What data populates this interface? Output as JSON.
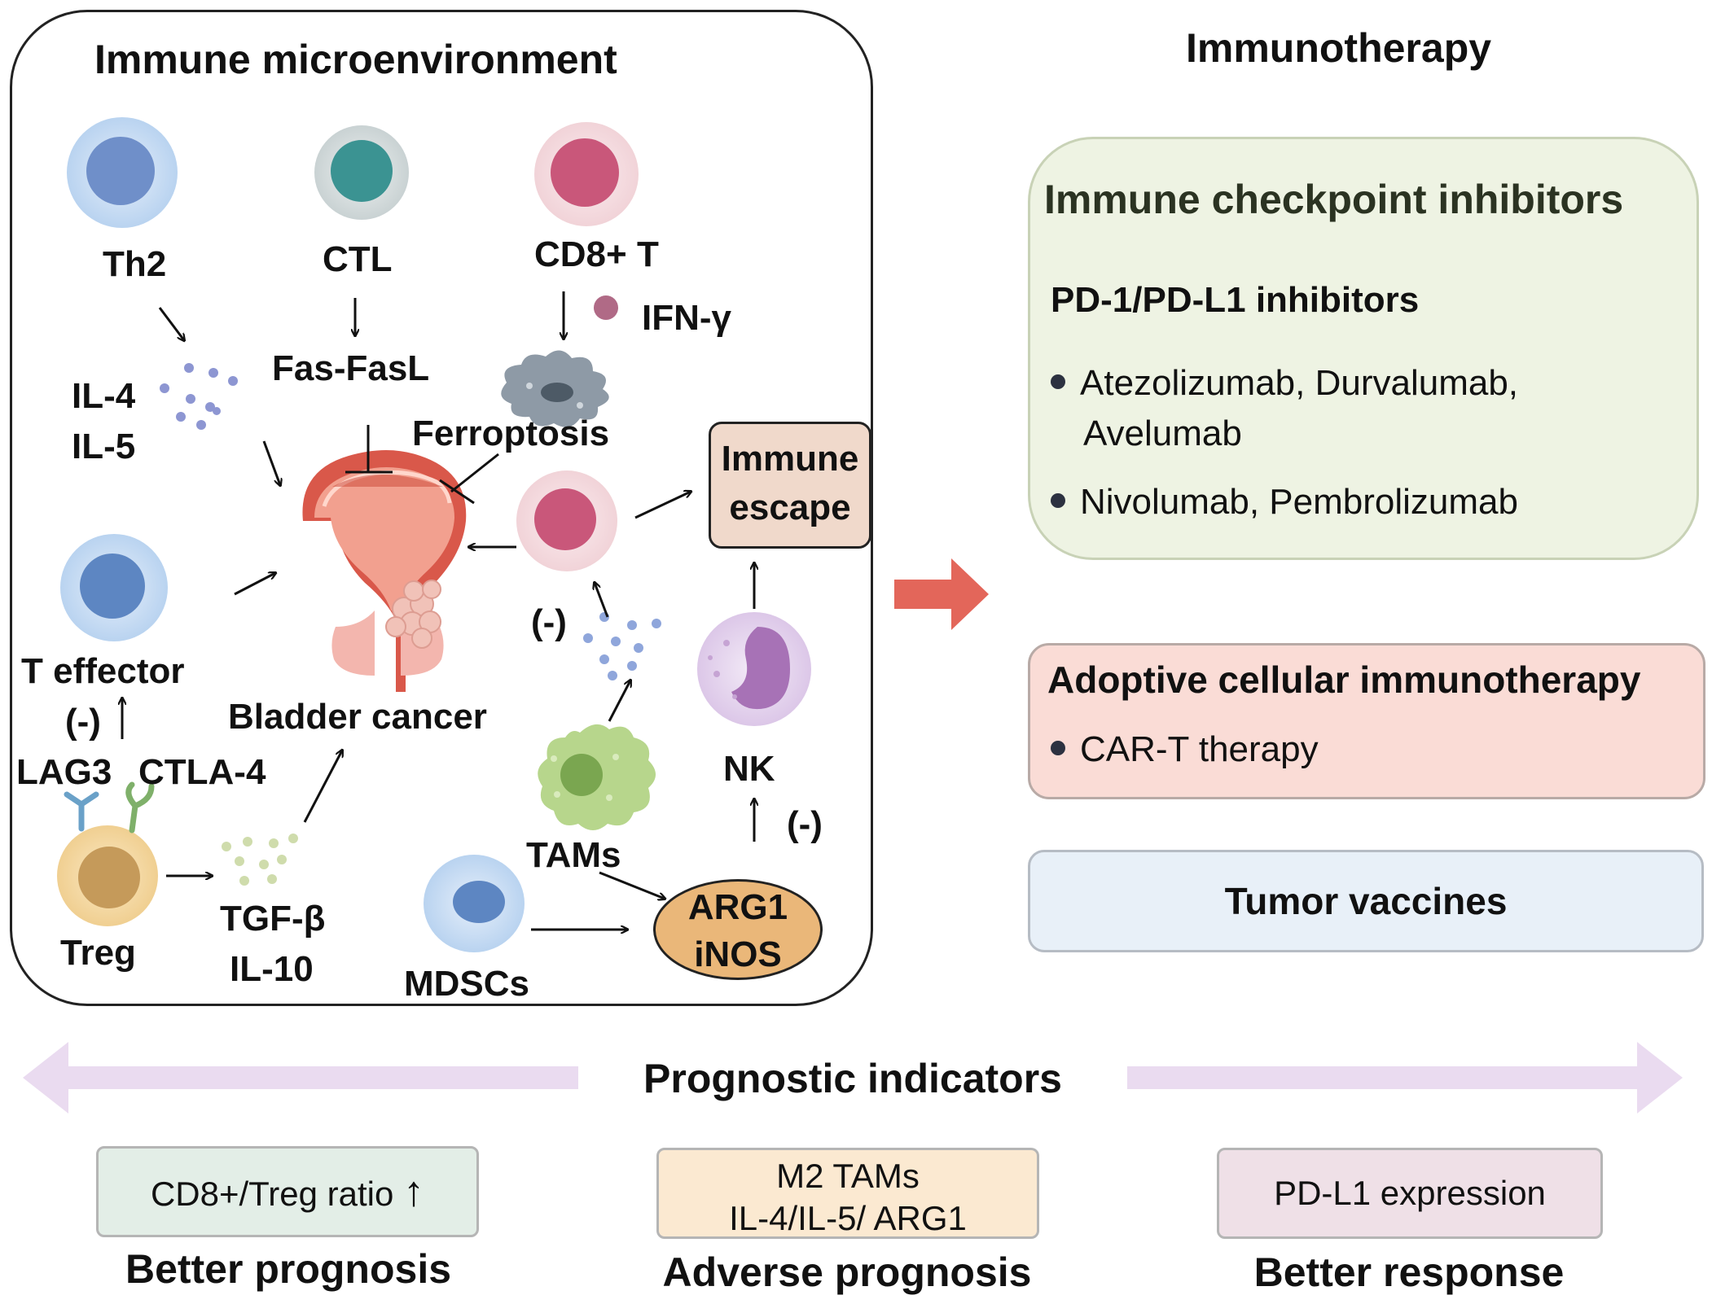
{
  "micro": {
    "title": "Immune microenvironment",
    "th2": "Th2",
    "ctl": "CTL",
    "cd8": "CD8+ T",
    "ifn": "IFN-γ",
    "il4": "IL-4",
    "il5": "IL-5",
    "fas": "Fas-FasL",
    "ferroptosis": "Ferroptosis",
    "immune_escape": "Immune escape",
    "t_effector": "T effector",
    "neg_left": "(-)",
    "lag3": "LAG3",
    "ctla4": "CTLA-4",
    "bladder": "Bladder cancer",
    "neg_mid": "(-)",
    "nk": "NK",
    "neg_nk": "(-)",
    "tams": "TAMs",
    "treg": "Treg",
    "tgf": "TGF-β",
    "il10": "IL-10",
    "mdscs": "MDSCs",
    "arg1": "ARG1",
    "inos": "iNOS"
  },
  "immunotherapy": {
    "title": "Immunotherapy",
    "ici": {
      "title": "Immune checkpoint inhibitors",
      "subtitle": "PD-1/PD-L1 inhibitors",
      "item1_line1": "Atezolizumab, Durvalumab,",
      "item1_line2": "Avelumab",
      "item2": "Nivolumab, Pembrolizumab"
    },
    "act": {
      "title": "Adoptive cellular immunotherapy",
      "item1": "CAR-T therapy"
    },
    "vaccines": "Tumor vaccines"
  },
  "prognostic": {
    "title": "Prognostic indicators",
    "col1_box": "CD8+/Treg ratio",
    "col1_arrow": "↑",
    "col1_label": "Better prognosis",
    "col2_box_line1": "M2 TAMs",
    "col2_box_line2": "IL-4/IL-5/ ARG1",
    "col2_label": "Adverse prognosis",
    "col3_box": "PD-L1 expression",
    "col3_label": "Better response"
  },
  "colors": {
    "th2_cell": "#6f8fc9",
    "ctl_cell": "#3b9392",
    "cd8_cell": "#c9577a",
    "nk_cell": "#a772b6",
    "tam_cell": "#8fbc62",
    "treg_cell": "#c59a5a",
    "mdsc_cell": "#5d86c2",
    "big_arrow": "#e3665a",
    "prog_arrow": "#eadbf0"
  }
}
